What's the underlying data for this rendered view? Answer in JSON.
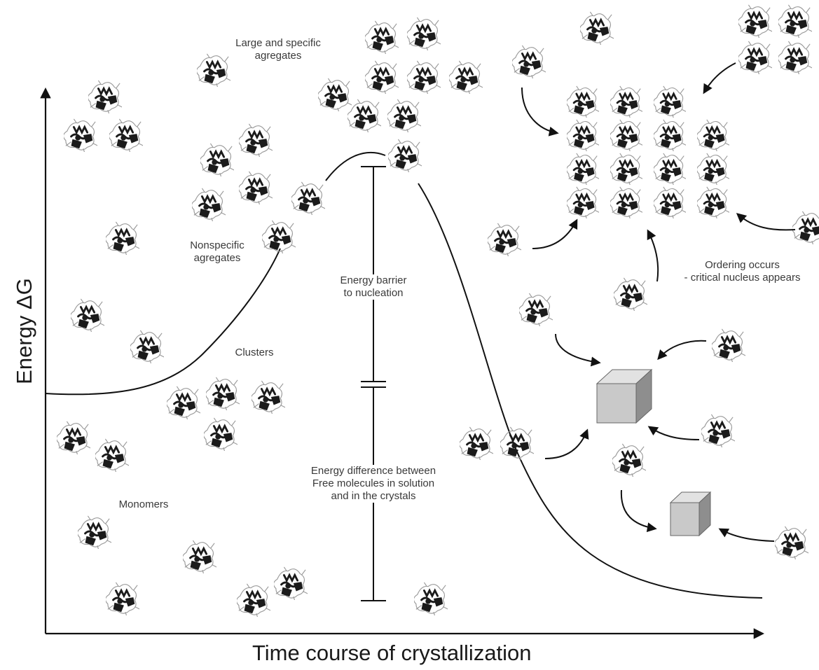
{
  "axes": {
    "x_title": "Time course of crystallization",
    "y_title": "Energy ΔG"
  },
  "labels": {
    "large_aggregates": [
      "Large and specific",
      "agregates"
    ],
    "nonspecific_aggregates": [
      "Nonspecific",
      "agregates"
    ],
    "clusters": "Clusters",
    "monomers": "Monomers",
    "energy_barrier": [
      "Energy barrier",
      "to nucleation"
    ],
    "energy_difference": [
      "Energy difference between",
      "Free molecules in solution",
      "and in the crystals"
    ],
    "ordering": [
      "Ordering occurs",
      "- critical nucleus appears"
    ]
  },
  "colors": {
    "line": "#111111",
    "protein": "#1b1b1b",
    "cube_front": "#c9c9c9",
    "cube_top": "#e2e2e2",
    "cube_side": "#8e8e8e"
  },
  "icons": {
    "molecule": "protein-molecule-icon",
    "crystal": "crystal-cube-icon",
    "arrow": "arrow-icon"
  }
}
